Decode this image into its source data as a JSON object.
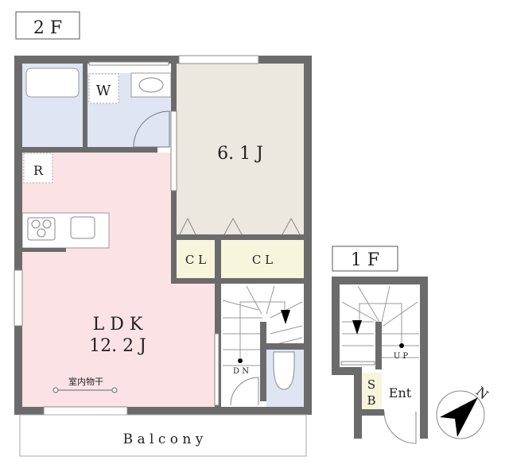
{
  "floors": {
    "second": {
      "label": "2 F",
      "rooms": {
        "bedroom": "6. 1 J",
        "closet_1": "C L",
        "closet_2": "C L",
        "washroom": "W",
        "fridge": "R",
        "ldk_name": "L D K",
        "ldk_size": "12. 2 J",
        "drying": "室内物干",
        "stairs_down": "D N",
        "balcony": "B a l c o n y"
      }
    },
    "first": {
      "label": "1 F",
      "rooms": {
        "shoe_box_top": "S",
        "shoe_box_bottom": "B",
        "entrance": "Ent",
        "stairs_up": "U P"
      }
    }
  },
  "compass": {
    "label": "N"
  },
  "colors": {
    "wall": "#6b6b6b",
    "ldk": "#fbe3e5",
    "bedroom": "#ece8df",
    "wet": "#dfe5f3",
    "closet": "#f7f5dc"
  }
}
